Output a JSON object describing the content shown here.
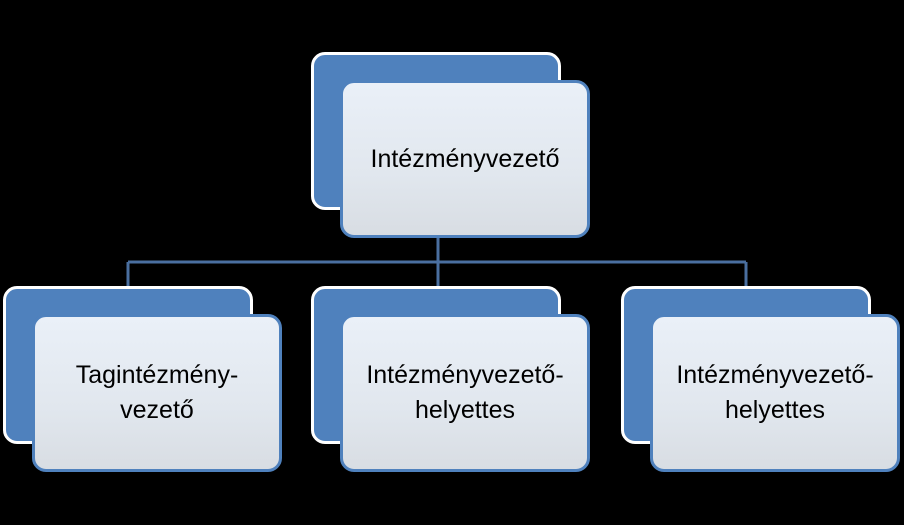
{
  "diagram": {
    "type": "org-chart",
    "colors": {
      "background": "#000000",
      "box_back": "#4f81bd",
      "box_front": "#e1e7ee",
      "connector": "#4a6fa0",
      "text": "#000000"
    },
    "root": {
      "label": "Intézményvezető"
    },
    "children": [
      {
        "label": "Tagintézmény-\nvezető"
      },
      {
        "label": "Intézményvezető-\nhelyettes"
      },
      {
        "label": "Intézményvezető-\nhelyettes"
      }
    ]
  }
}
